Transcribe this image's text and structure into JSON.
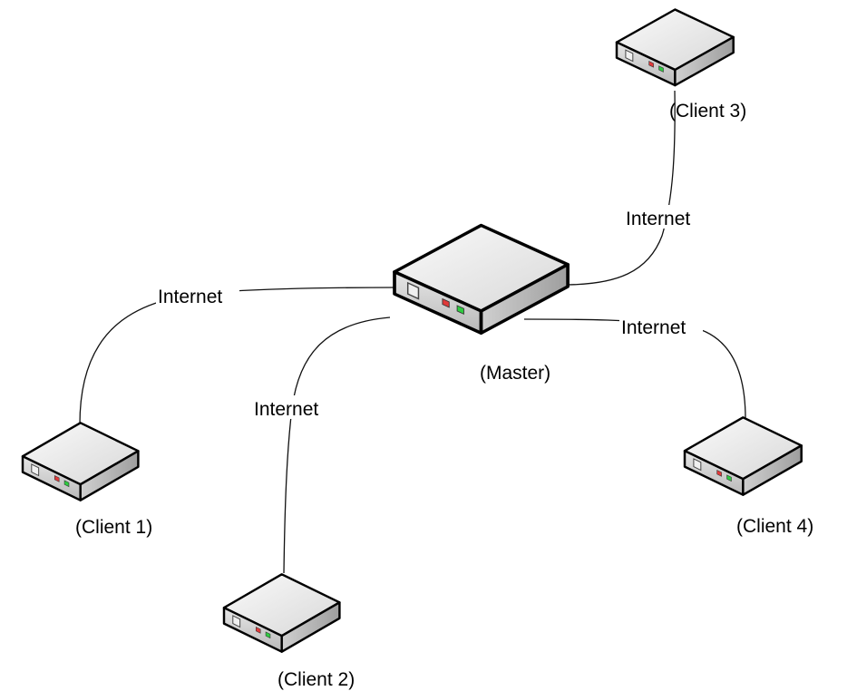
{
  "nodes": {
    "master": {
      "label": "(Master)"
    },
    "client1": {
      "label": "(Client 1)"
    },
    "client2": {
      "label": "(Client 2)"
    },
    "client3": {
      "label": "(Client 3)"
    },
    "client4": {
      "label": "(Client 4)"
    }
  },
  "links": {
    "master_client1": {
      "label": "Internet"
    },
    "master_client2": {
      "label": "Internet"
    },
    "master_client3": {
      "label": "Internet"
    },
    "master_client4": {
      "label": "Internet"
    }
  },
  "device": {
    "icon": "network-device-icon",
    "top_color": "#f2f2f2",
    "front_color": "#d9d9d9",
    "side_color": "#bdbdbd",
    "outline_color": "#000000",
    "led_red": "#e03a3a",
    "led_green": "#2ecc40"
  }
}
